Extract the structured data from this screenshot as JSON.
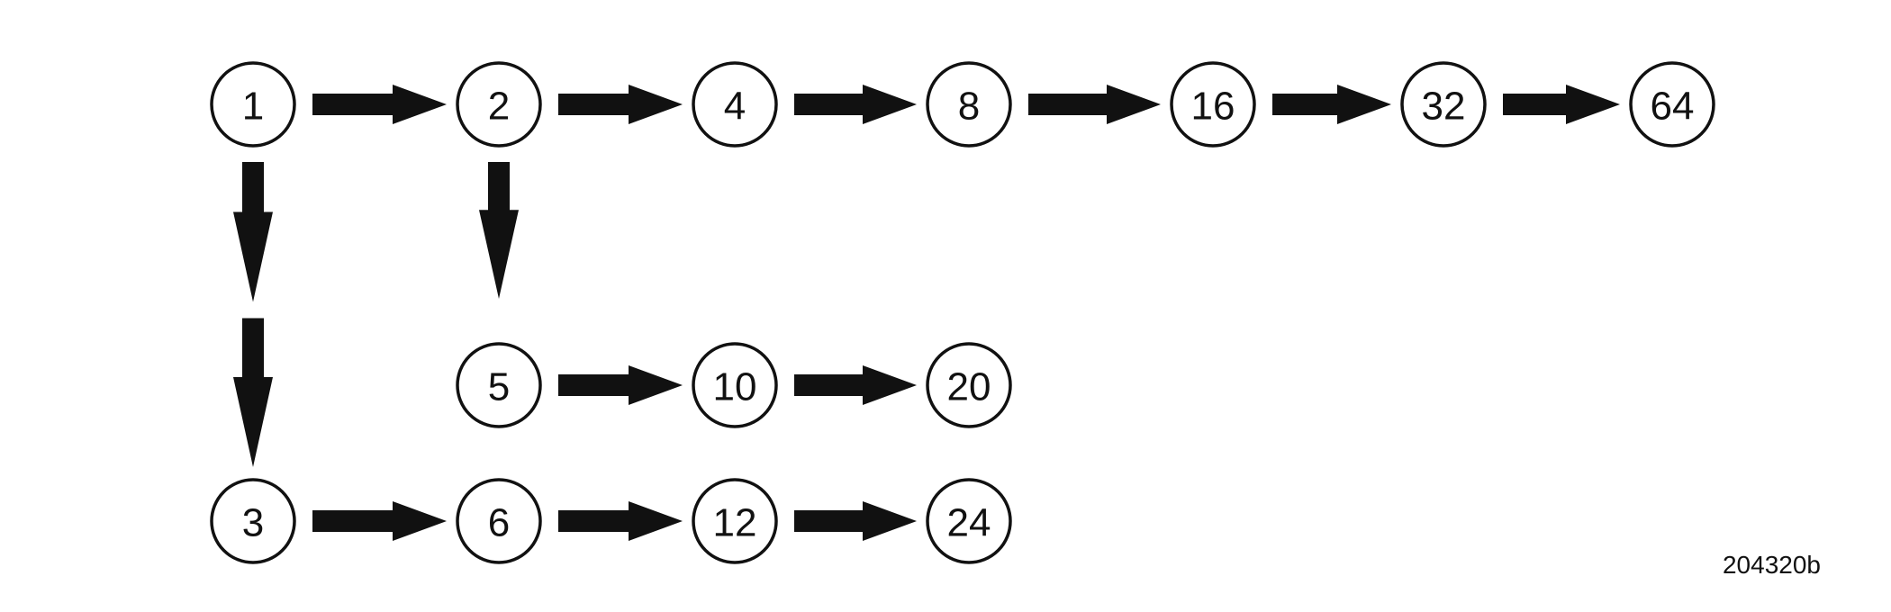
{
  "figure_id": "204320b",
  "colors": {
    "stroke": "#111111",
    "background": "#ffffff"
  },
  "nodes": [
    {
      "id": "n1",
      "label": "1"
    },
    {
      "id": "n2",
      "label": "2"
    },
    {
      "id": "n4",
      "label": "4"
    },
    {
      "id": "n8",
      "label": "8"
    },
    {
      "id": "n16",
      "label": "16"
    },
    {
      "id": "n32",
      "label": "32"
    },
    {
      "id": "n64",
      "label": "64"
    },
    {
      "id": "n5",
      "label": "5"
    },
    {
      "id": "n10",
      "label": "10"
    },
    {
      "id": "n20",
      "label": "20"
    },
    {
      "id": "n3",
      "label": "3"
    },
    {
      "id": "n6",
      "label": "6"
    },
    {
      "id": "n12",
      "label": "12"
    },
    {
      "id": "n24",
      "label": "24"
    }
  ],
  "edges": [
    {
      "from": "n1",
      "to": "n2"
    },
    {
      "from": "n2",
      "to": "n4"
    },
    {
      "from": "n4",
      "to": "n8"
    },
    {
      "from": "n8",
      "to": "n16"
    },
    {
      "from": "n16",
      "to": "n32"
    },
    {
      "from": "n32",
      "to": "n64"
    },
    {
      "from": "n1",
      "to": "n3",
      "style": "double"
    },
    {
      "from": "n2",
      "to": "n5"
    },
    {
      "from": "n5",
      "to": "n10"
    },
    {
      "from": "n10",
      "to": "n20"
    },
    {
      "from": "n3",
      "to": "n6"
    },
    {
      "from": "n6",
      "to": "n12"
    },
    {
      "from": "n12",
      "to": "n24"
    }
  ]
}
